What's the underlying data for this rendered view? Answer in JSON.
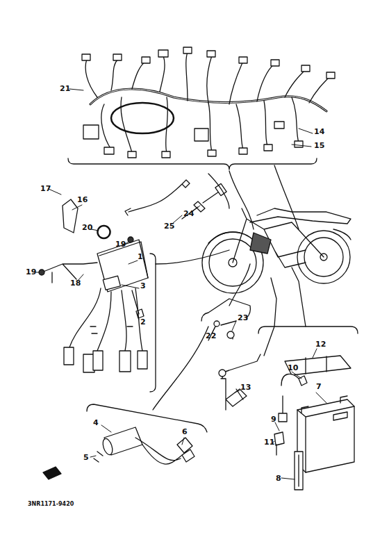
{
  "diagram": {
    "labels": [
      "21",
      "14",
      "15",
      "17",
      "16",
      "20",
      "19",
      "1",
      "19",
      "18",
      "3",
      "2",
      "25",
      "24",
      "23",
      "22",
      "12",
      "10",
      "7",
      "13",
      "9",
      "11",
      "8",
      "4",
      "5",
      "6",
      "3NR1171-9420"
    ]
  }
}
